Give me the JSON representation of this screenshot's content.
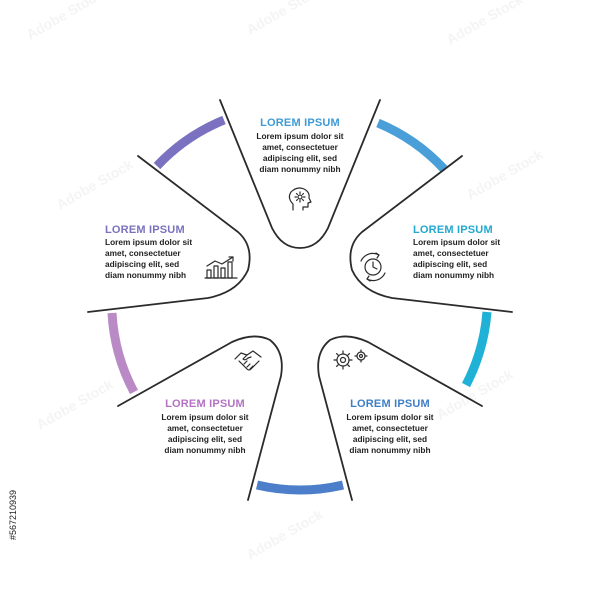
{
  "colors": {
    "outline": "#2b2b2b",
    "segment_blue": "#4a9fd8",
    "segment_cyan": "#1fb1d6",
    "segment_royal": "#4d7ec9",
    "segment_violet": "#7a72c0",
    "segment_orchid": "#b98ac6",
    "title_top": "#3f9ad6",
    "title_right": "#21a9cf",
    "title_left": "#7a72c0",
    "title_bottom_left": "#b372c3",
    "title_bottom_right": "#3f7ec6"
  },
  "panels": [
    {
      "id": "top",
      "title": "LOREM IPSUM",
      "lines": [
        "Lorem ipsum dolor sit",
        "amet, consectetuer",
        "adipiscing elit, sed",
        "diam nonummy nibh"
      ],
      "icon": "head-idea-icon"
    },
    {
      "id": "right",
      "title": "LOREM IPSUM",
      "lines": [
        "Lorem ipsum dolor sit",
        "amet, consectetuer",
        "adipiscing elit, sed",
        "diam nonummy nibh"
      ],
      "icon": "clock-cycle-icon"
    },
    {
      "id": "left",
      "title": "LOREM IPSUM",
      "lines": [
        "Lorem ipsum dolor sit",
        "amet, consectetuer",
        "adipiscing elit, sed",
        "diam nonummy nibh"
      ],
      "icon": "bar-chart-icon"
    },
    {
      "id": "bottom-left",
      "title": "LOREM IPSUM",
      "lines": [
        "Lorem ipsum dolor sit",
        "amet, consectetuer",
        "adipiscing elit, sed",
        "diam nonummy nibh"
      ],
      "icon": "handshake-icon"
    },
    {
      "id": "bottom-right",
      "title": "LOREM IPSUM",
      "lines": [
        "Lorem ipsum dolor sit",
        "amet, consectetuer",
        "adipiscing elit, sed",
        "diam nonummy nibh"
      ],
      "icon": "gears-icon"
    }
  ],
  "watermark": "Adobe Stock",
  "stock_id": "#567210939"
}
